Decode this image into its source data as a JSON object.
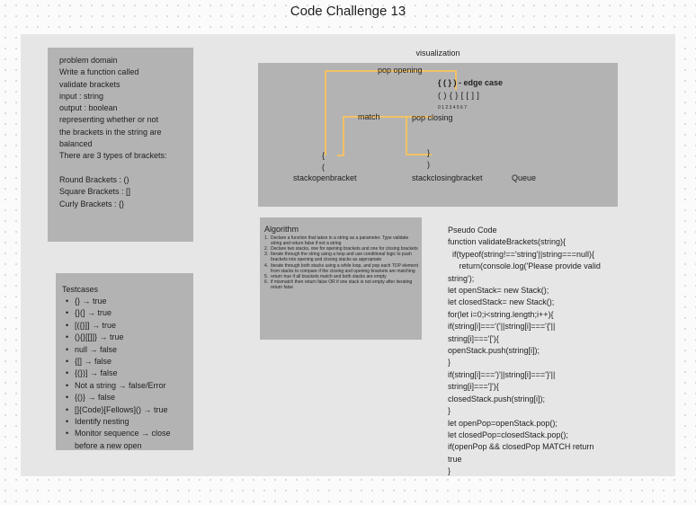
{
  "title": "Code Challenge 13",
  "problem_domain": {
    "lines": [
      "problem domain",
      "Write a function called",
      "validate brackets",
      "input : string",
      "output : boolean",
      "representing whether or not",
      "the brackets in the string are",
      "balanced",
      "There are 3 types of brackets:",
      "",
      "Round Brackets : ()",
      "Square Brackets : []",
      "Curly Brackets : {}"
    ]
  },
  "visualization": {
    "label": "visualization",
    "pop_opening": "pop opening",
    "edge_case": "{ ( } ) - edge case",
    "sample": "( ) { } [ [ ] ]",
    "indices": "0 1 2 3 4 5 6 7",
    "match": "match",
    "pop_closing": "pop closing",
    "open_brace": "{",
    "open_paren": "(",
    "close_brace": "}",
    "close_paren": ")",
    "stack_open_label": "stackopenbracket",
    "stack_closing_label": "stackclosingbracket",
    "queue_label": "Queue",
    "arrow_color": "#f2c265"
  },
  "algorithm": {
    "title": "Algorithm",
    "steps": [
      "Declare a function that takes in a string as a parameter. Type validate string and return false if not a string",
      "Declare two stacks, one for opening brackets and one for closing brackets",
      "Iterate through the string using a loop and use conditional logic to push brackets into opening and closing stacks as appropriate",
      "Iterate through both stacks using a while loop, and pop each TOP element from stacks to compare if the closing and opening brackets are matching",
      "return true if all brackets match and both stacks are empty",
      "if mismatch then return false OR if one stack is not empty after iterating return false"
    ]
  },
  "testcases": {
    "title": "Testcases",
    "items": [
      "{}   → true",
      "{}(]  → true",
      "[({}]]  → true",
      "(){}[[]]}  → true",
      "null → false",
      "{[]  → false",
      "{(})]  → false",
      "Not a string → false/Error",
      "{()}  → false",
      "[]{Code}[Fellows]()  → true",
      "Identify nesting",
      "Monitor sequence → close before a new open"
    ]
  },
  "pseudo_code": {
    "lines": [
      "Pseudo Code",
      "function validateBrackets(string){",
      "  if(typeof(string!=='string'||string===null){",
      "     return(console.log('Please provide valid",
      "string');",
      "let openStack= new Stack();",
      "let closedStack= new Stack();",
      "for(let i=0;i<string.length;i++){",
      "if(string[i]==='('||string[i]==='{'||",
      "string[i]==='['){",
      "openStack.push(string[i]);",
      "}",
      "if(string[i]===')'||string[i]==='}'||",
      "string[i]===']'){",
      "closedStack.push(string[i]);",
      "}",
      "let openPop=openStack.pop();",
      "let closedPop=closedStack.pop();",
      "if(openPop && closedPop MATCH return",
      "true",
      "}"
    ]
  }
}
